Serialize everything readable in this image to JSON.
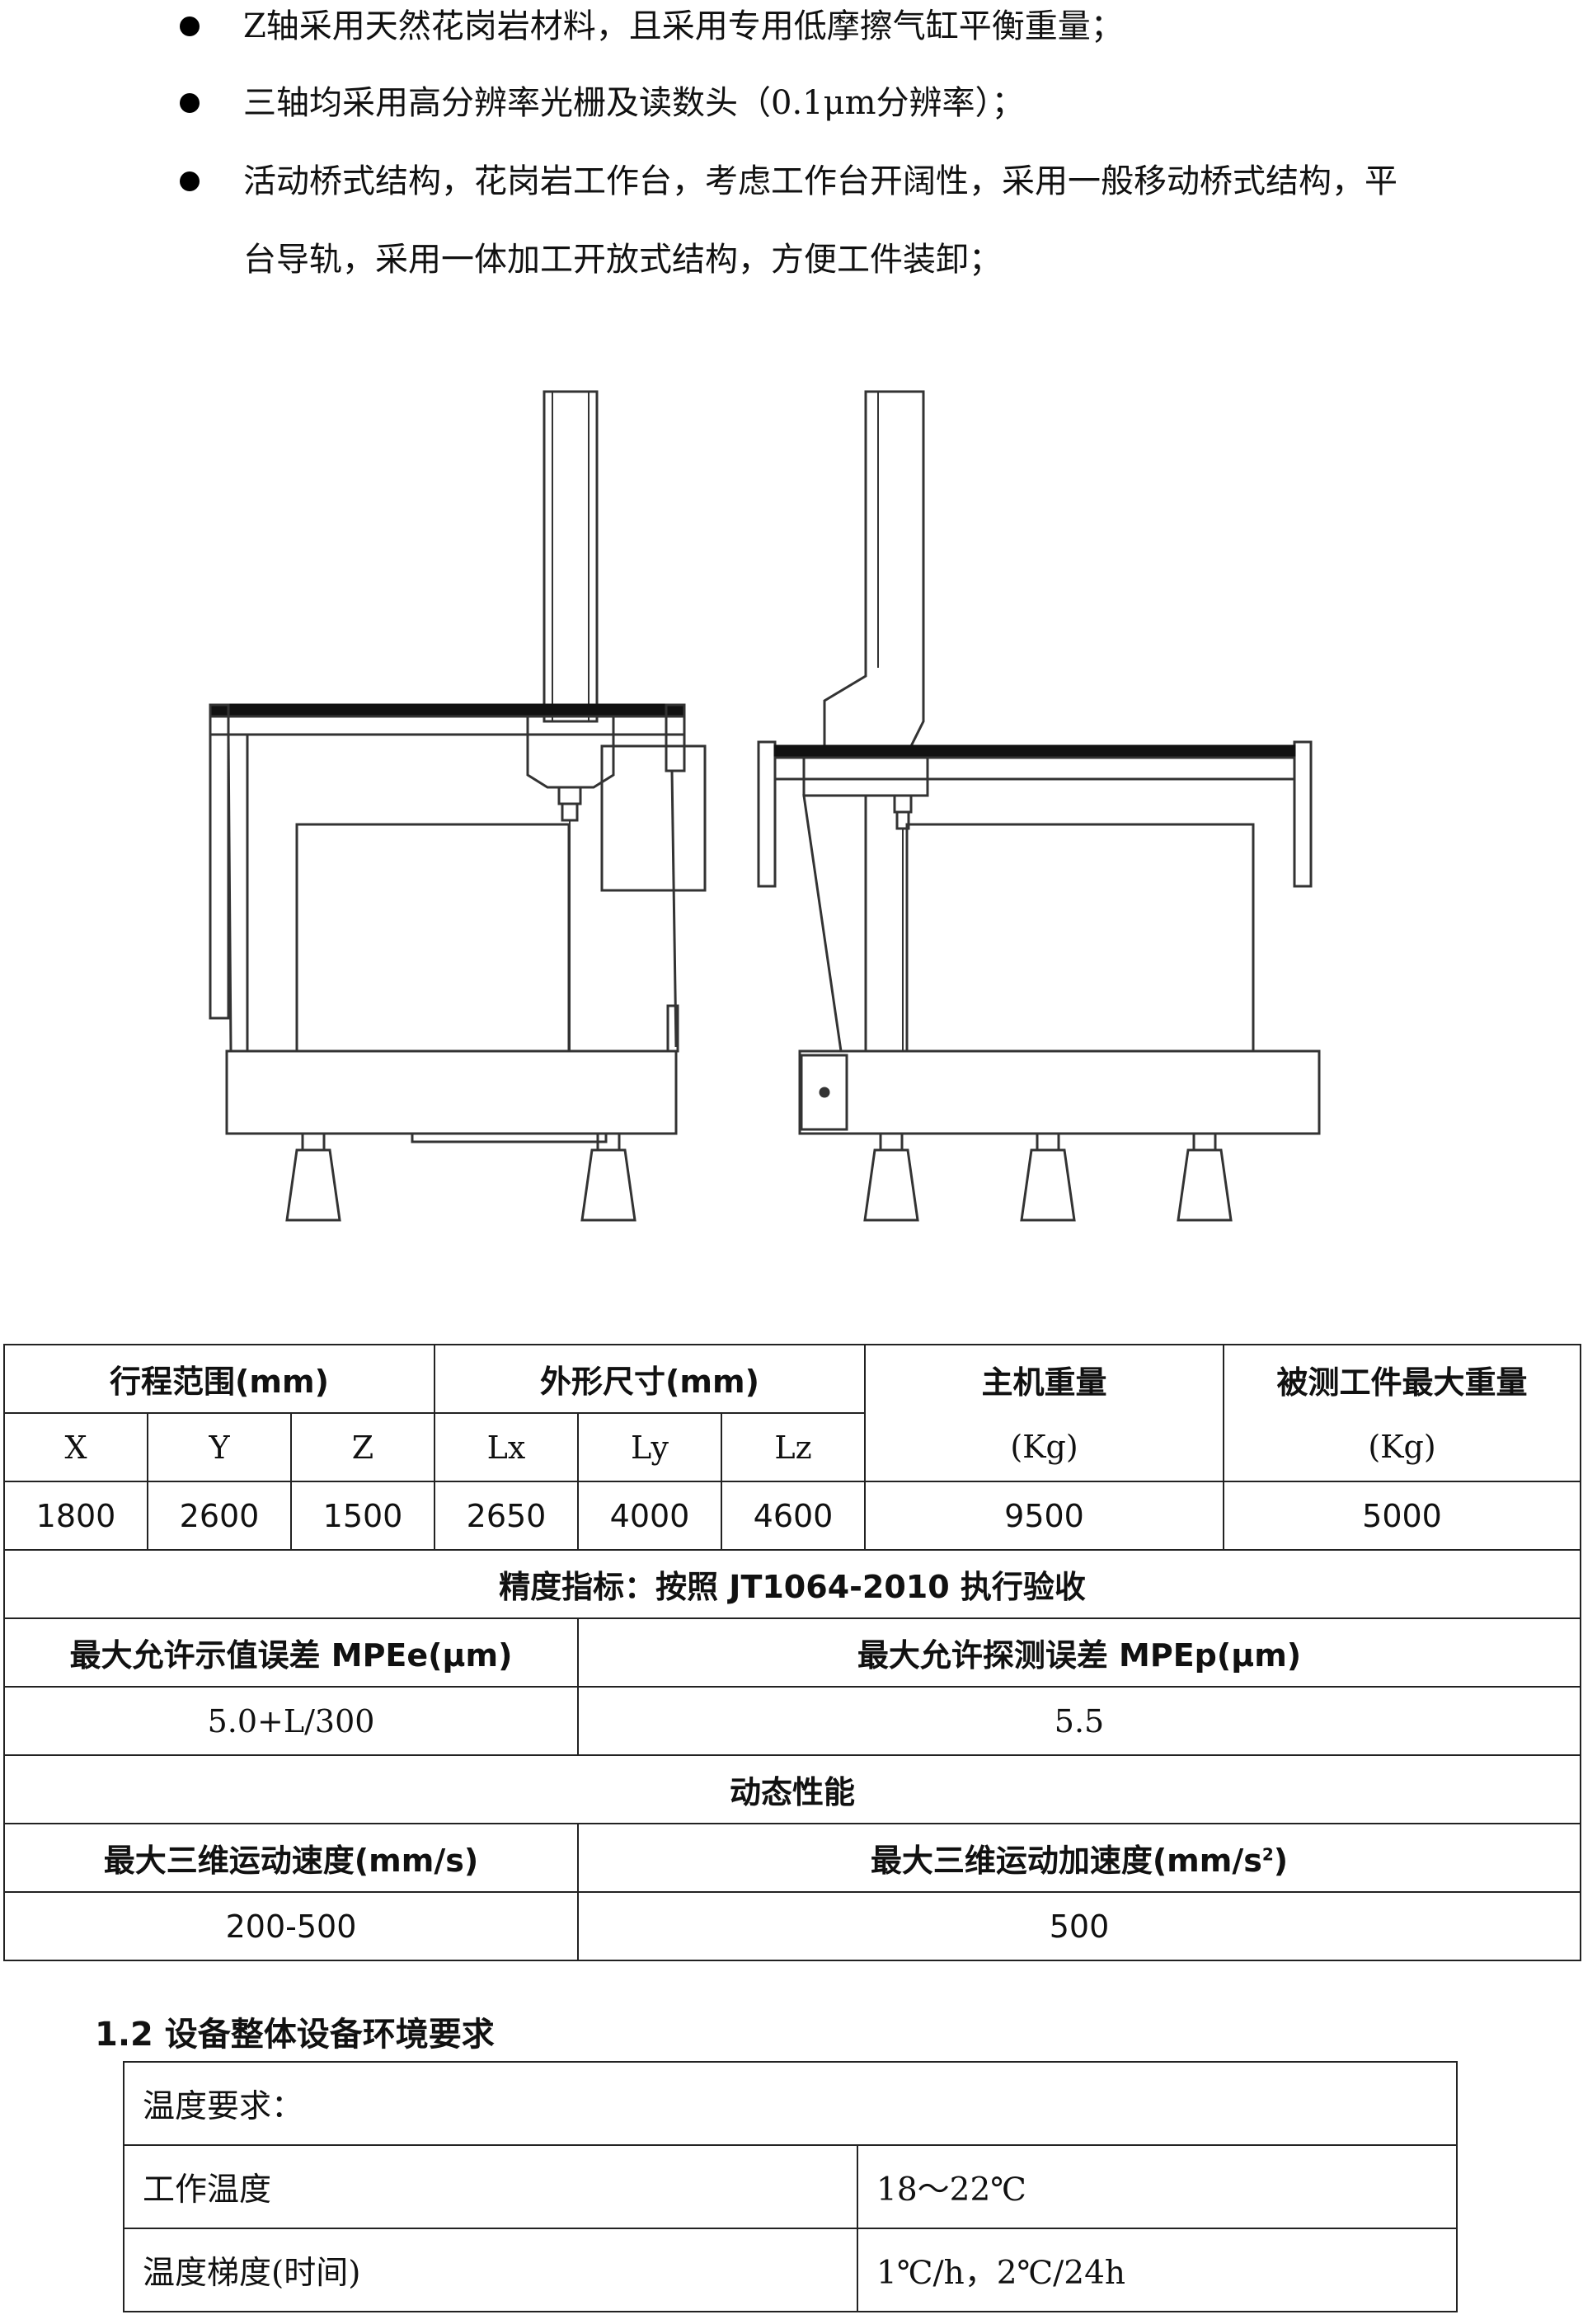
{
  "bullets": [
    "Z轴采用天然花岗岩材料，且采用专用低摩擦气缸平衡重量；",
    "三轴均采用高分辨率光栅及读数头（0.1μm分辨率）；",
    "活动桥式结构，花岗岩工作台，考虑工作台开阔性，采用一般移动桥式结构，平",
    "台导轨，采用一体加工开放式结构，方便工件装卸；"
  ],
  "spec_table": {
    "travel_header": "行程范围(mm)",
    "size_header": "外形尺寸(mm)",
    "weight_header": "主机重量",
    "max_weight_header": "被测工件最大重量",
    "axes": [
      "X",
      "Y",
      "Z",
      "Lx",
      "Ly",
      "Lz"
    ],
    "weight_unit": "(Kg)",
    "max_weight_unit": "(Kg)",
    "values": [
      "1800",
      "2600",
      "1500",
      "2650",
      "4000",
      "4600"
    ],
    "weight_value": "9500",
    "max_weight_value": "5000",
    "accuracy_title": "精度指标：按照 JT1064-2010 执行验收",
    "mpee_label": "最大允许示值误差 MPEe(μm)",
    "mpep_label": "最大允许探测误差 MPEp(μm)",
    "mpee_value": "5.0+L/300",
    "mpep_value": "5.5",
    "dynamic_title": "动态性能",
    "speed_label": "最大三维运动速度(mm/s)",
    "accel_label_main": "最大三维运动加速度(mm/s",
    "accel_label_sup": "2",
    "accel_label_end": ")",
    "speed_value": "200-500",
    "accel_value": "500"
  },
  "section_title": "1.2 设备整体设备环境要求",
  "env_table": {
    "header": "温度要求：",
    "rows": [
      {
        "label": "工作温度",
        "value": "18～22℃"
      },
      {
        "label": "温度梯度(时间)",
        "value": "1℃/h，2℃/24h"
      }
    ]
  }
}
